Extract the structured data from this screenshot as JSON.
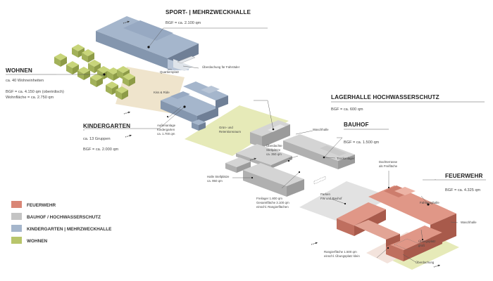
{
  "colors": {
    "feuerwehr": "#d98676",
    "bauhof": "#c4c4c4",
    "kindergarten": "#a5b6cc",
    "wohnen": "#b8c56b",
    "green_area": "#e6eab8",
    "beige_area": "#efe4cc",
    "grey_area": "#e2e2e2"
  },
  "sections": {
    "sport": {
      "title": "SPORT- | MEHRZWECKHALLE",
      "bgf": "BGF = ca. 2.100 qm"
    },
    "wohnen": {
      "title": "WOHNEN",
      "units": "ca. 40 Wohneinheiten",
      "bgf": "BGF = ca. 4.150 qm (oberirdisch)",
      "wohnflaeche": "Wohnfläche = ca. 2.750 qm"
    },
    "kindergarten": {
      "title": "KINDERGARTEN",
      "groups": "ca. 13 Gruppen",
      "bgf": "BGF = ca. 2.000 qm"
    },
    "lagerhalle": {
      "title": "LAGERHALLE HOCHWASSERSCHUTZ",
      "bgf": "BGF = ca. 600 qm"
    },
    "bauhof": {
      "title": "BAUHOF",
      "bgf": "BGF = ca. 1.500 qm"
    },
    "feuerwehr": {
      "title": "FEUERWEHR",
      "bgf": "BGF = ca. 4.325 qm"
    }
  },
  "labels": {
    "quartiersplatz": "Quartiersplatz",
    "ueberdachung_fahrraeder": "Überdachung für Fahrräder",
    "kiss_ride": "Kiss & Ride",
    "aussenanlage_1": "Außenanlage",
    "aussenanlage_2": "Kindergarten",
    "aussenanlage_3": "ca. 1.700 qm",
    "gruen_1": "Grün- und",
    "gruen_2": "Retentionsraum",
    "waschhalle_bauhof": "Waschhalle",
    "ueberdachte_1": "Überdachte",
    "ueberdachte_2": "Stellplätze",
    "ueberdachte_3": "ca. 350 qm",
    "trockenlager": "Trockenlager",
    "halle_1": "Halle Stellplätze",
    "halle_2": "ca. 950 qm",
    "dachterrasse_1": "Dachterrasse",
    "dachterrasse_2": "als Freifläche",
    "parken_1": "Parken",
    "parken_2": "FW und Bauhof",
    "freilager_1": "Freilager 1.800 qm",
    "freilager_2": "Gesamtfläche 3.100 qm",
    "freilager_3": "einschl. Rangierflächen",
    "fahrzeughalle": "Fahrzeughalle",
    "waschhalle_fw": "Waschhalle",
    "uebungsplatz_1": "Übungsplatz",
    "uebungsplatz_2": "groß",
    "rangier_1": "Rangierfläche 1.500 qm",
    "rangier_2": "einschl. Übungsplatz klein",
    "ueberdachung": "Überdachung"
  },
  "legend": [
    {
      "label": "FEUERWEHR",
      "color": "#d98676"
    },
    {
      "label": "BAUHOF / HOCHWASSERSCHUTZ",
      "color": "#c4c4c4"
    },
    {
      "label": "KINDERGARTEN | MEHRZWECKHALLE",
      "color": "#a5b6cc"
    },
    {
      "label": "WOHNEN",
      "color": "#b8c56b"
    }
  ]
}
